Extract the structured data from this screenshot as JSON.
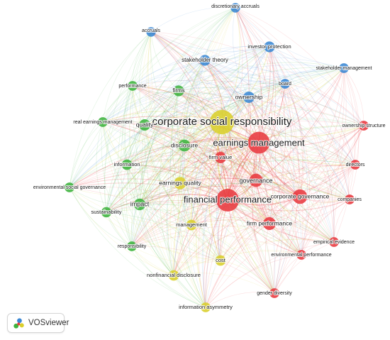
{
  "app": {
    "name": "VOSviewer",
    "logo_icon": "vosviewer-logo-icon"
  },
  "clusters": {
    "red": "#e8393f",
    "green": "#3db33d",
    "blue": "#3a87d4",
    "yellow": "#d9cf2c"
  },
  "nodes": [
    {
      "id": "corporate-social-responsibility",
      "label": "corporate social responsibility",
      "cluster": "yellow",
      "weight": 100
    },
    {
      "id": "earnings-management",
      "label": "earnings management",
      "cluster": "red",
      "weight": 78
    },
    {
      "id": "financial-performance",
      "label": "financial performance",
      "cluster": "red",
      "weight": 85
    },
    {
      "id": "corporate-governance",
      "label": "corporate governance",
      "cluster": "red",
      "weight": 28
    },
    {
      "id": "governance",
      "label": "governance",
      "cluster": "red",
      "weight": 22
    },
    {
      "id": "firm-value",
      "label": "firm value",
      "cluster": "red",
      "weight": 14
    },
    {
      "id": "firm-performance",
      "label": "firm performance",
      "cluster": "red",
      "weight": 20
    },
    {
      "id": "ownership-structure",
      "label": "ownership structure",
      "cluster": "red",
      "weight": 9
    },
    {
      "id": "directors",
      "label": "directors",
      "cluster": "red",
      "weight": 9
    },
    {
      "id": "companies",
      "label": "companies",
      "cluster": "red",
      "weight": 9
    },
    {
      "id": "empirical-evidence",
      "label": "empirical evidence",
      "cluster": "red",
      "weight": 9
    },
    {
      "id": "environmental-performance",
      "label": "environmental performance",
      "cluster": "red",
      "weight": 9
    },
    {
      "id": "gender-diversity",
      "label": "gender diversity",
      "cluster": "red",
      "weight": 9
    },
    {
      "id": "discretionary-accruals",
      "label": "discretionary accruals",
      "cluster": "blue",
      "weight": 8
    },
    {
      "id": "accruals",
      "label": "accruals",
      "cluster": "blue",
      "weight": 8
    },
    {
      "id": "investor-protection",
      "label": "investor protection",
      "cluster": "blue",
      "weight": 12
    },
    {
      "id": "stakeholder-theory",
      "label": "stakeholder theory",
      "cluster": "blue",
      "weight": 12
    },
    {
      "id": "stakeholder-management",
      "label": "stakeholder management",
      "cluster": "blue",
      "weight": 9
    },
    {
      "id": "board",
      "label": "board",
      "cluster": "blue",
      "weight": 9
    },
    {
      "id": "ownership",
      "label": "ownership",
      "cluster": "blue",
      "weight": 14
    },
    {
      "id": "performance",
      "label": "performance",
      "cluster": "green",
      "weight": 9
    },
    {
      "id": "firms",
      "label": "firms",
      "cluster": "green",
      "weight": 12
    },
    {
      "id": "quality",
      "label": "quality",
      "cluster": "green",
      "weight": 14
    },
    {
      "id": "real-earnings-management",
      "label": "real earnings management",
      "cluster": "green",
      "weight": 9
    },
    {
      "id": "disclosure",
      "label": "disclosure",
      "cluster": "green",
      "weight": 16
    },
    {
      "id": "information",
      "label": "information",
      "cluster": "green",
      "weight": 11
    },
    {
      "id": "environmental-social-governance",
      "label": "environmental social governance",
      "cluster": "green",
      "weight": 9
    },
    {
      "id": "impact",
      "label": "impact",
      "cluster": "green",
      "weight": 15
    },
    {
      "id": "sustainability",
      "label": "sustainability",
      "cluster": "green",
      "weight": 10
    },
    {
      "id": "responsibility",
      "label": "responsibility",
      "cluster": "green",
      "weight": 9
    },
    {
      "id": "earnings-quality",
      "label": "earnings quality",
      "cluster": "yellow",
      "weight": 17
    },
    {
      "id": "management",
      "label": "management",
      "cluster": "yellow",
      "weight": 11
    },
    {
      "id": "cost",
      "label": "cost",
      "cluster": "yellow",
      "weight": 11
    },
    {
      "id": "nonfinancial-disclosure",
      "label": "nonfinancial disclosure",
      "cluster": "yellow",
      "weight": 11
    },
    {
      "id": "information-asymmetry",
      "label": "information asymmetry",
      "cluster": "yellow",
      "weight": 9
    }
  ]
}
